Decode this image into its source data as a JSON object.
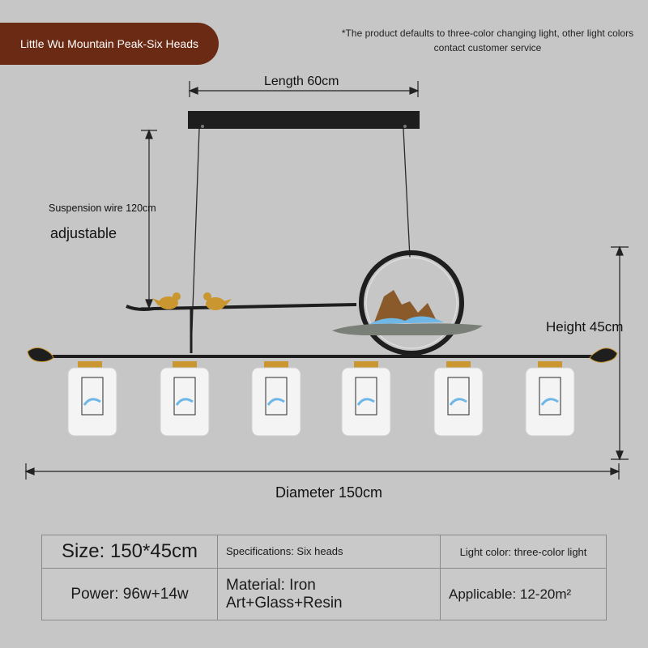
{
  "title": "Little Wu Mountain Peak-Six Heads",
  "notice": "*The product defaults to three-color changing light, other light colors contact customer service",
  "dimensions": {
    "length": "Length 60cm",
    "suspension_wire": "Suspension wire 120cm",
    "adjustable": "adjustable",
    "height": "Height 45cm",
    "diameter": "Diameter 150cm"
  },
  "specs": {
    "size": "Size: 150*45cm",
    "specifications": "Specifications: Six heads",
    "light_color": "Light color: three-color light",
    "power": "Power: 96w+14w",
    "material": "Material: Iron Art+Glass+Resin",
    "applicable": "Applicable: 12-20m²"
  },
  "colors": {
    "background": "#c6c6c6",
    "badge": "#6b2a14",
    "metal": "#1e1e1e",
    "gold": "#c9962f",
    "glass": "#f4f4f4",
    "accent_blue": "#6fb7e6"
  }
}
